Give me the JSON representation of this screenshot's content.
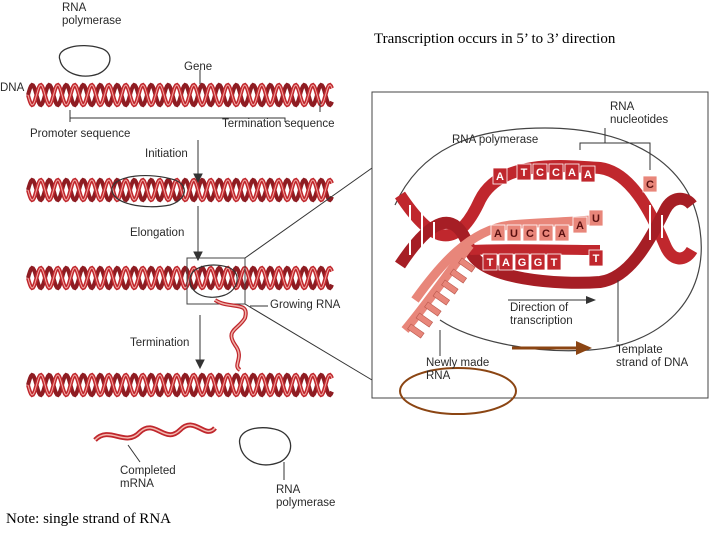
{
  "header": {
    "title": "Transcription occurs in 5’ to 3’ direction"
  },
  "left_panel": {
    "rna_polymerase_top": [
      "RNA",
      "polymerase"
    ],
    "gene": "Gene",
    "dna": "DNA",
    "promoter": "Promoter sequence",
    "termination_sequence": "Termination sequence",
    "initiation": "Initiation",
    "elongation": "Elongation",
    "growing_rna": "Growing RNA",
    "termination": "Termination",
    "completed_mrna": [
      "Completed",
      "mRNA"
    ],
    "rna_polymerase_bottom": [
      "RNA",
      "polymerase"
    ]
  },
  "inset": {
    "rna_polymerase": "RNA polymerase",
    "rna_nucleotides": [
      "RNA",
      "nucleotides"
    ],
    "direction": [
      "Direction of",
      "transcription"
    ],
    "newly_made": [
      "Newly made",
      "RNA"
    ],
    "template": [
      "Template",
      "strand of DNA"
    ],
    "top_bases": [
      "A",
      "T",
      "C",
      "C",
      "A",
      "A"
    ],
    "rna_bases": [
      "A",
      "U",
      "C",
      "C",
      "A"
    ],
    "template_bases": [
      "T",
      "A",
      "G",
      "G",
      "T",
      "T"
    ],
    "free_bases": [
      "U",
      "C",
      "A"
    ]
  },
  "footer": {
    "note": "Note: single strand of RNA"
  },
  "colors": {
    "dna": "#c0272d",
    "rna": "#e8867a",
    "accent_arrow": "#8b4513",
    "circle": "#8b4513"
  }
}
